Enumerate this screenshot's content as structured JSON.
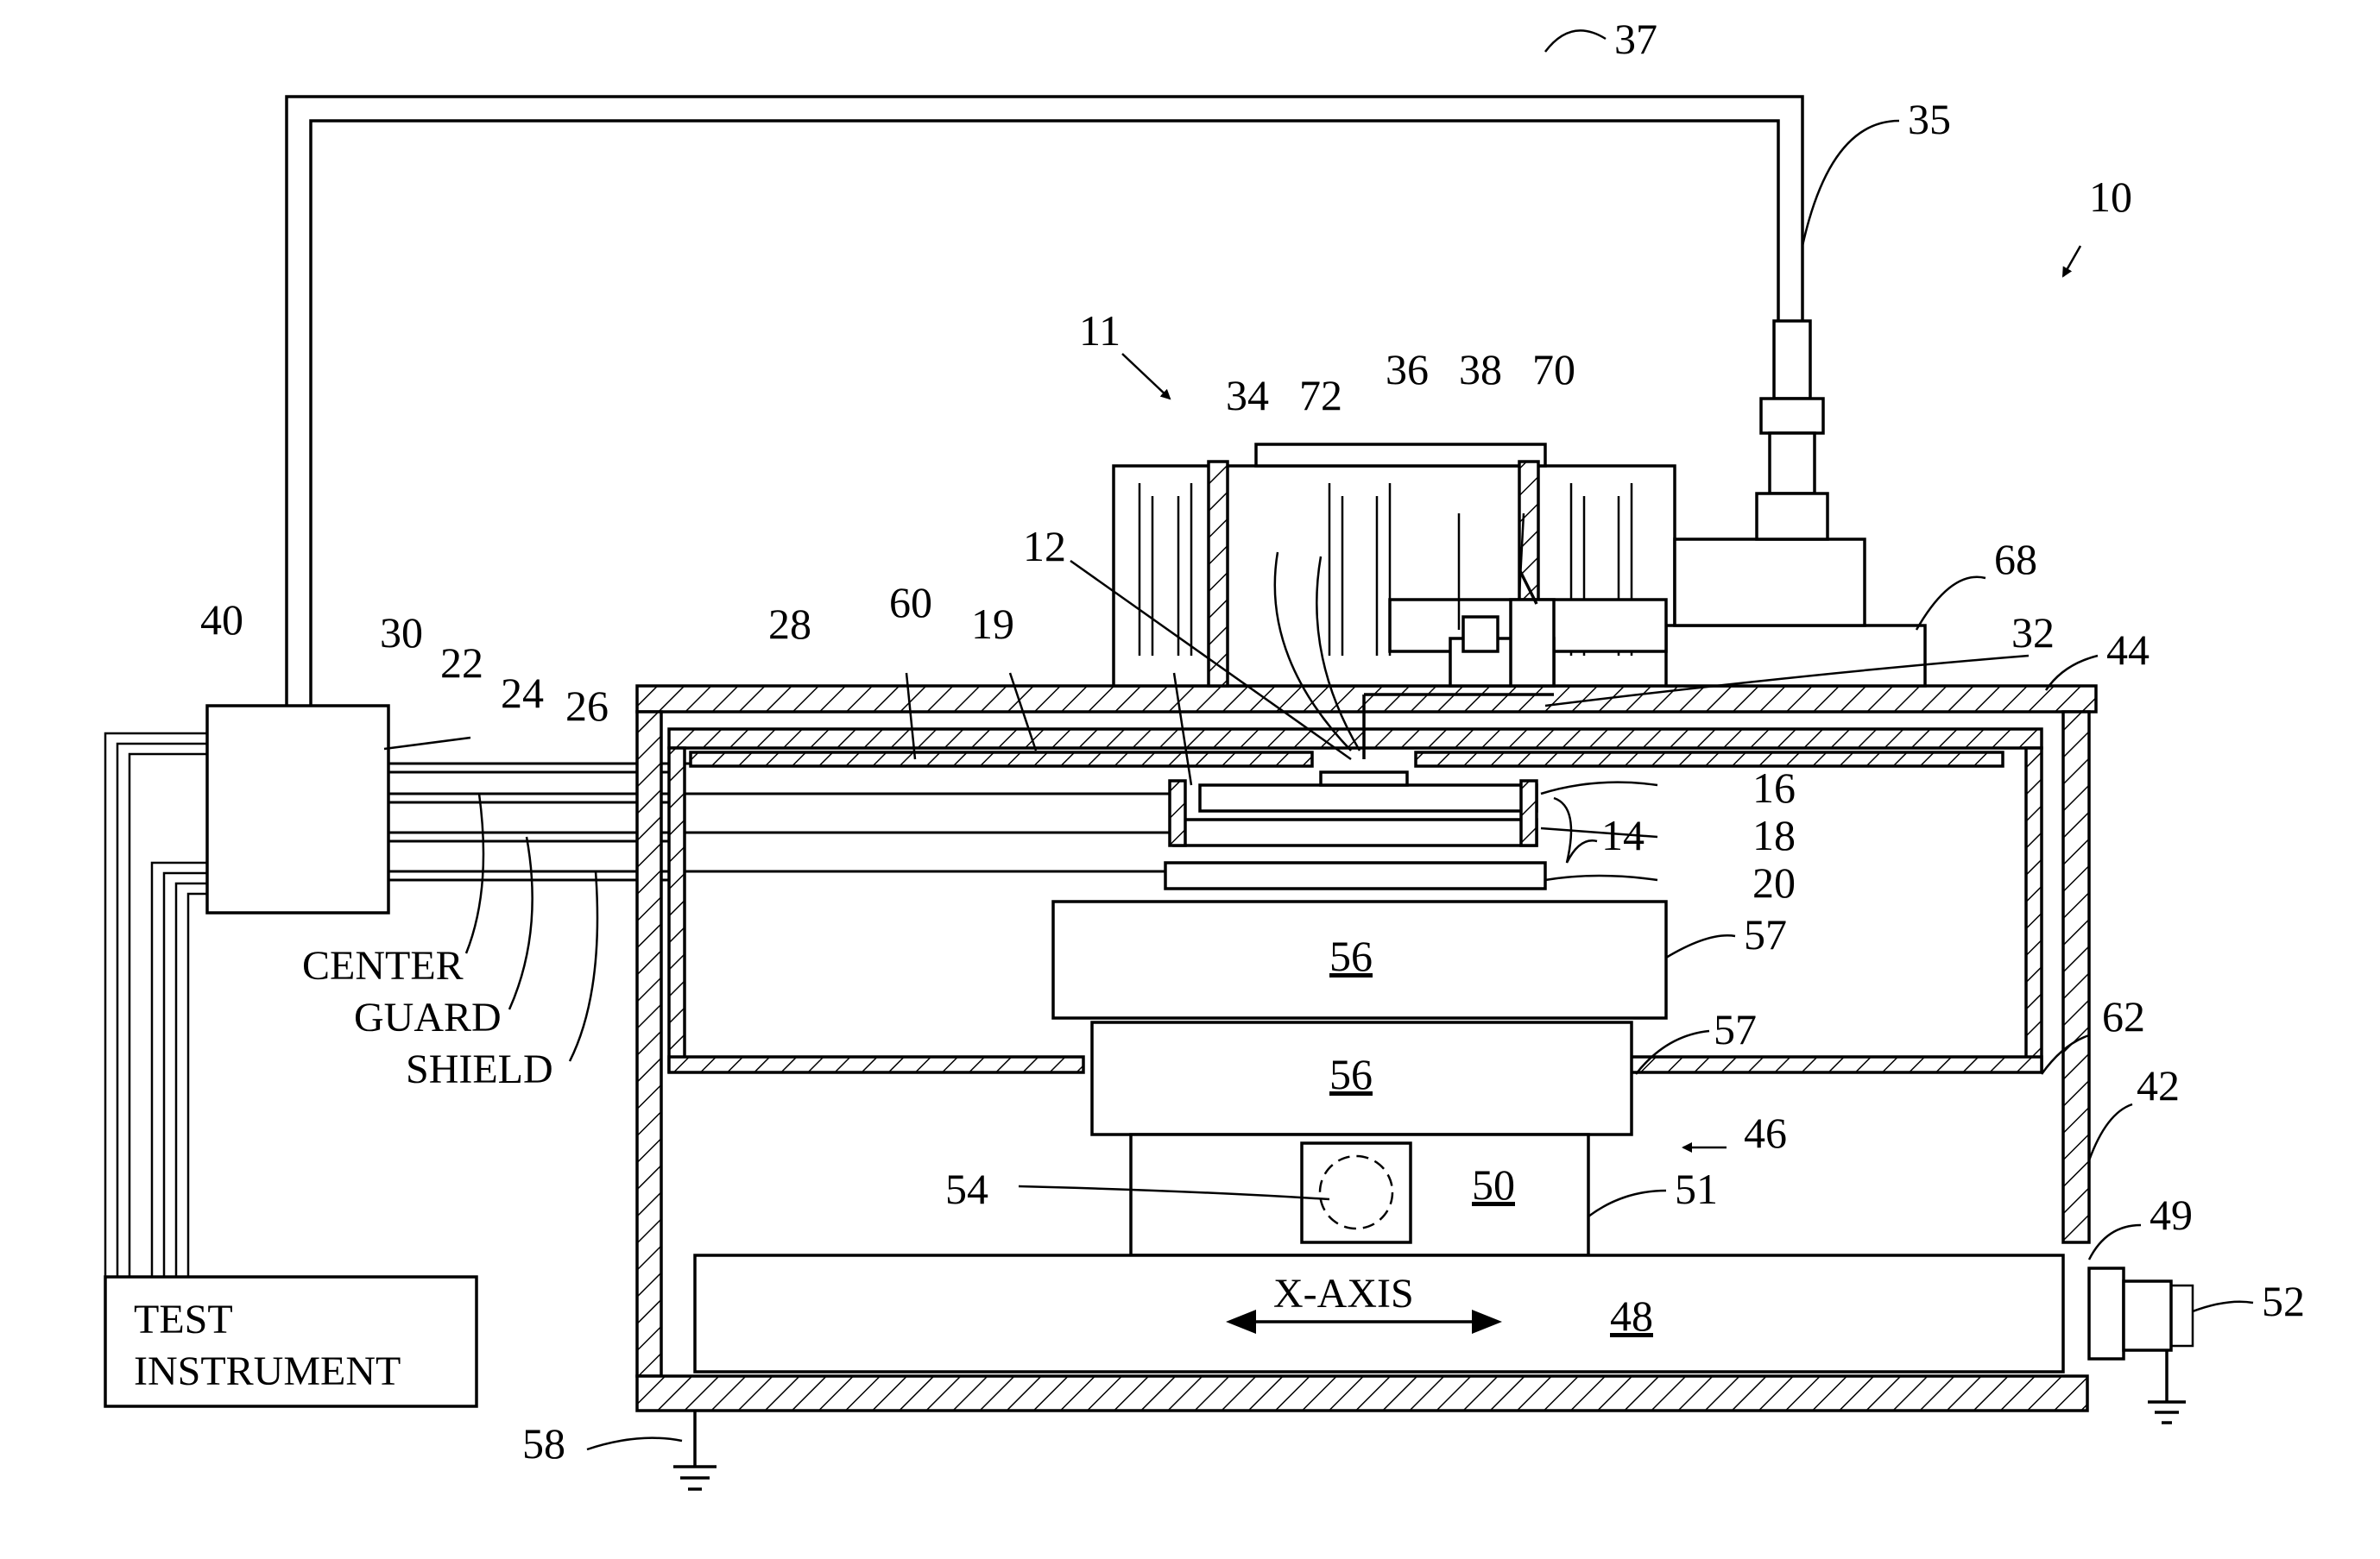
{
  "figure": {
    "reference_numerals": {
      "n10": "10",
      "n11": "11",
      "n12": "12",
      "n14": "14",
      "n16": "16",
      "n18": "18",
      "n19": "19",
      "n20": "20",
      "n22": "22",
      "n24": "24",
      "n26": "26",
      "n28": "28",
      "n30": "30",
      "n32": "32",
      "n34": "34",
      "n35": "35",
      "n36": "36",
      "n37": "37",
      "n38": "38",
      "n40": "40",
      "n42": "42",
      "n44": "44",
      "n46": "46",
      "n48_label": "48",
      "n48": "48",
      "n49": "49",
      "n50": "50",
      "n51": "51",
      "n52": "52",
      "n54": "54",
      "n56_upper": "56",
      "n56_lower": "56",
      "n57_upper": "57",
      "n57_lower": "57",
      "n58": "58",
      "n60": "60",
      "n62": "62",
      "n68": "68",
      "n70": "70",
      "n72": "72"
    },
    "text": {
      "center": "CENTER",
      "guard": "GUARD",
      "shield": "SHIELD",
      "test_instrument_line1": "TEST",
      "test_instrument_line2": "INSTRUMENT",
      "x_axis": "X-AXIS"
    }
  }
}
